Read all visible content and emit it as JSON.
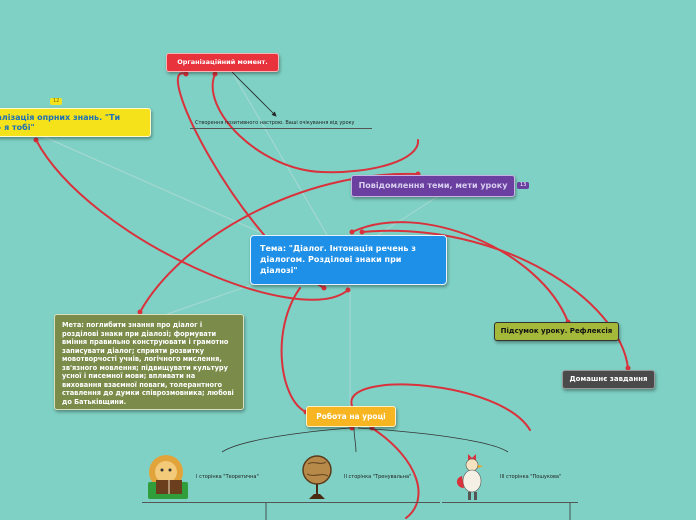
{
  "colors": {
    "background": "#7fd1c5",
    "central": "#1e90e8",
    "red": "#e8323c",
    "yellow": "#f5e21a",
    "purple": "#6a3fa0",
    "olive": "#7b8c4a",
    "olive_light": "#a4b93a",
    "dark": "#4a4a4a",
    "orange": "#f7b621",
    "link_red": "#d9323c"
  },
  "central": {
    "title": "Тема: \"Діалог. Інтонація речень з діалогом. Розділові знаки при діалозі\""
  },
  "org_moment": {
    "label": "Організаційний момент.",
    "sub": "Створення позитивного настрою. Ваші очікування від уроку"
  },
  "actualization": {
    "label": "Актуалізація опрних знань. \"Ти мені - я тобі\"",
    "badge": "12"
  },
  "announcement": {
    "label": "Повідомлення теми, мети уроку",
    "badge": "13"
  },
  "goal": {
    "text": "Мета:   поглибити знання про діалог і розділові знаки при діалозі; формувати вміння правильно конструювати і грамотно записувати діалог; сприяти розвитку мовотворчості учнів, логічного мислення, зв'язного мовлення; підвищувати культуру усної і писемної мови; впливати на виховання взаємної поваги, толерантного ставлення до думки співрозмовника; любові до Батьківщини."
  },
  "summary": {
    "label": "Підсумок уроку. Рефлексія"
  },
  "homework": {
    "label": "Домашнє завдання"
  },
  "work": {
    "label": "Робота на уроці",
    "pages": [
      {
        "label": "I сторінка \"Теоретична\"",
        "icon": "lion-reading-icon"
      },
      {
        "label": "II сторінка \"Тренувальна\"",
        "icon": "globe-icon"
      },
      {
        "label": "III сторінка \"Пошукова\"",
        "icon": "rooster-icon"
      }
    ]
  }
}
